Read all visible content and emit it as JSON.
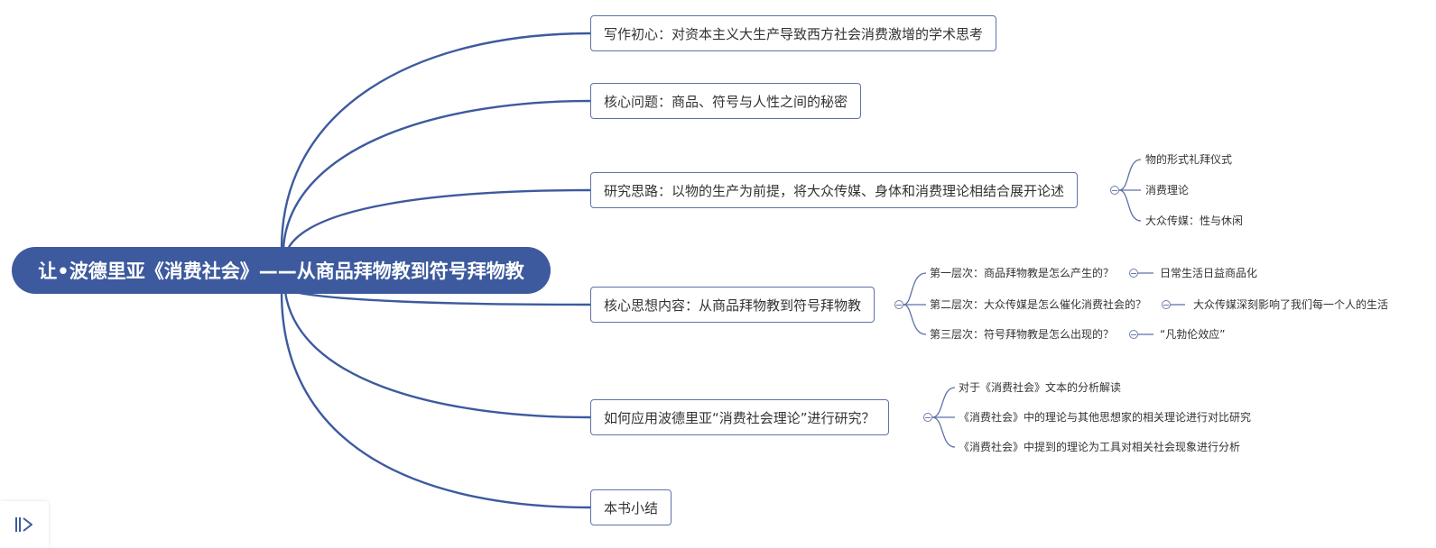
{
  "root": {
    "label": "让•波德里亚《消费社会》——从商品拜物教到符号拜物教"
  },
  "branches": [
    {
      "label": "写作初心：对资本主义大生产导致西方社会消费激增的学术思考",
      "children": []
    },
    {
      "label": "核心问题：商品、符号与人性之间的秘密",
      "children": []
    },
    {
      "label": "研究思路：以物的生产为前提，将大众传媒、身体和消费理论相结合展开论述",
      "children": [
        {
          "label": "物的形式礼拜仪式"
        },
        {
          "label": "消费理论"
        },
        {
          "label": "大众传媒：性与休闲"
        }
      ]
    },
    {
      "label": "核心思想内容：从商品拜物教到符号拜物教",
      "children": [
        {
          "label": "第一层次：商品拜物教是怎么产生的？",
          "child": "日常生活日益商品化"
        },
        {
          "label": "第二层次：大众传媒是怎么催化消费社会的？",
          "child": "大众传媒深刻影响了我们每一个人的生活"
        },
        {
          "label": "第三层次：符号拜物教是怎么出现的？",
          "child": "“凡勃伦效应”"
        }
      ]
    },
    {
      "label": "如何应用波德里亚“消费社会理论”进行研究？",
      "children": [
        {
          "label": "对于《消费社会》文本的分析解读"
        },
        {
          "label": "《消费社会》中的理论与其他思想家的相关理论进行对比研究"
        },
        {
          "label": "《消费社会》中提到的理论为工具对相关社会现象进行分析"
        }
      ]
    },
    {
      "label": "本书小结",
      "children": []
    }
  ],
  "colors": {
    "root_fill": "#3d5a9e",
    "connector": "#3d5a9e",
    "border": "#5f72a6"
  },
  "icons": {
    "sidebar_toggle": "sidebar-expand-icon",
    "collapse": "collapse-minus-icon"
  }
}
